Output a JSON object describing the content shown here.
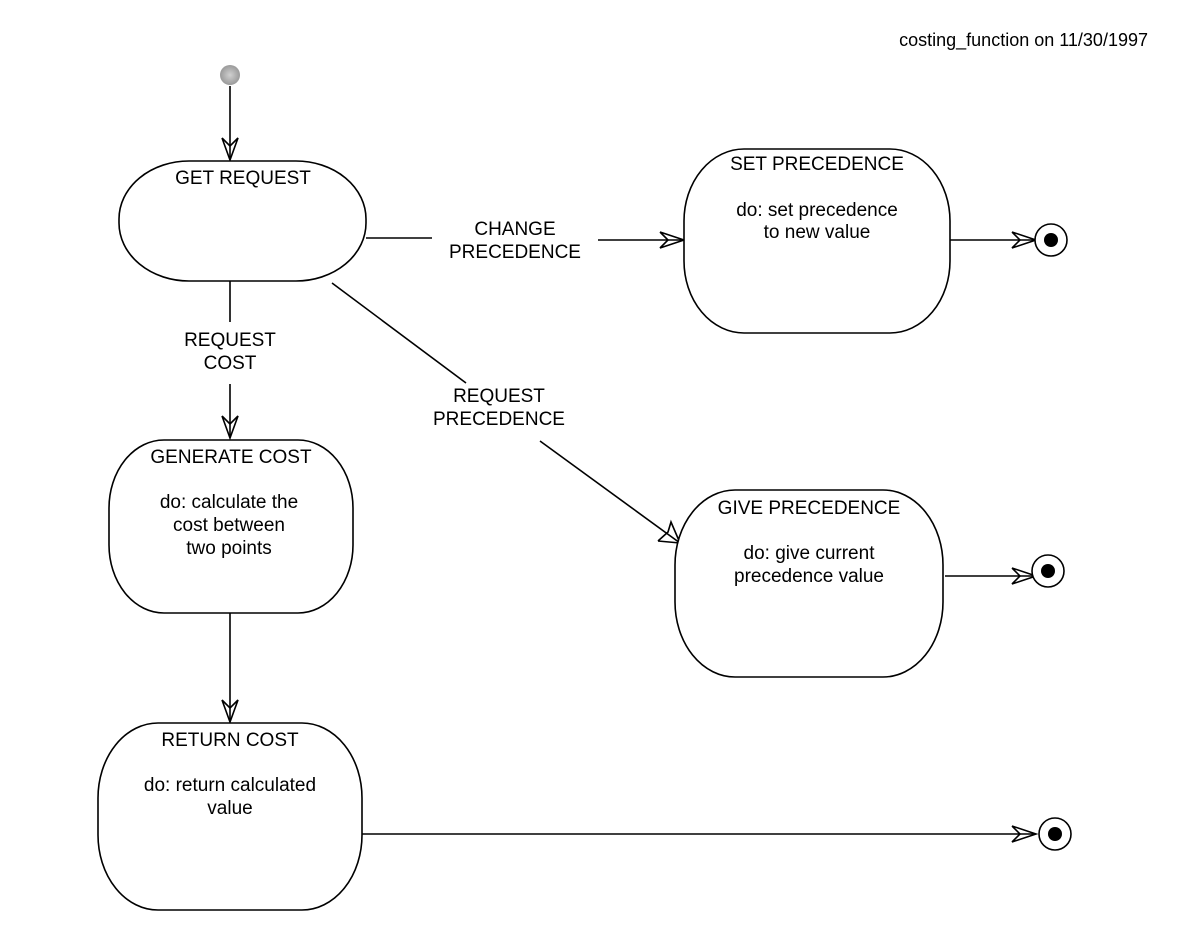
{
  "header": {
    "text": "costing_function on 11/30/1997"
  },
  "states": {
    "get_request": {
      "title": "GET REQUEST",
      "body": []
    },
    "set_precedence": {
      "title": "SET PRECEDENCE",
      "body": [
        "do: set precedence",
        "to new value"
      ]
    },
    "generate_cost": {
      "title": "GENERATE COST",
      "body": [
        "do: calculate the",
        "cost between",
        "two points"
      ]
    },
    "give_precedence": {
      "title": "GIVE PRECEDENCE",
      "body": [
        "do: give current",
        "precedence value"
      ]
    },
    "return_cost": {
      "title": "RETURN COST",
      "body": [
        "do: return calculated",
        "value"
      ]
    }
  },
  "transitions": {
    "change_precedence": [
      "CHANGE",
      "PRECEDENCE"
    ],
    "request_cost": [
      "REQUEST",
      "COST"
    ],
    "request_precedence": [
      "REQUEST",
      "PRECEDENCE"
    ]
  }
}
